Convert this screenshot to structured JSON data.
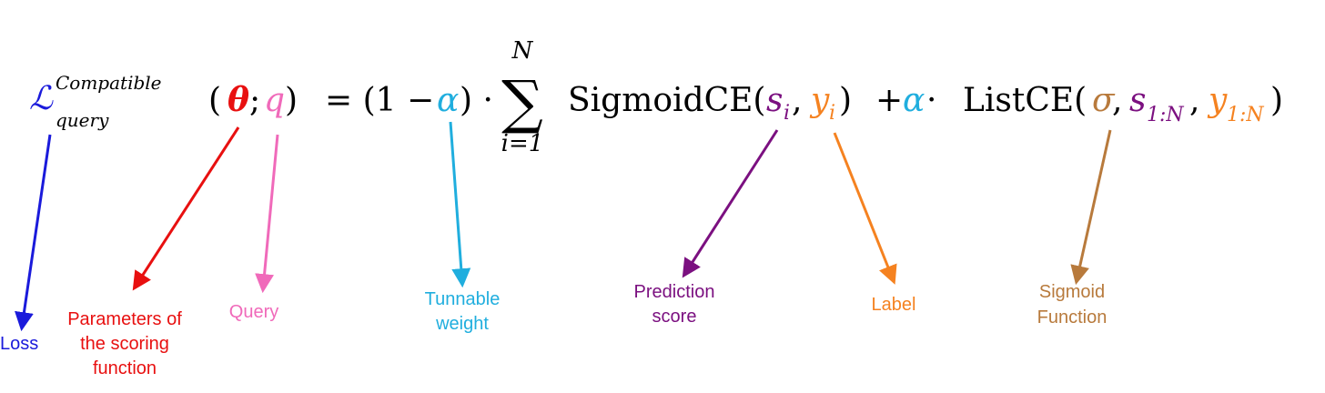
{
  "equation": {
    "loss_symbol": "ℒ",
    "loss_superscript": "Compatible",
    "loss_subscript": "query",
    "open_paren": "(",
    "theta": "θ",
    "semicolon": ";",
    "q": "q",
    "close_paren": ")",
    "equals_one_minus": "= (1 −",
    "alpha1": "α",
    "close_dot": ") ·",
    "sum_symbol": "∑",
    "sum_upper": "N",
    "sum_lower": "i=1",
    "sigmoidce_open": "SigmoidCE(",
    "s_i_base": "s",
    "s_i_sub": "i",
    "comma1": ",",
    "y_i_base": "y",
    "y_i_sub": "i",
    "sigmoidce_close": ")",
    "plus": "+",
    "alpha2": "α",
    "dot2": "·",
    "listce_open": "ListCE(",
    "sigma": "σ",
    "comma2": ",",
    "s_base": "s",
    "s_sub": "1:N",
    "comma3": ",",
    "y_base": "y",
    "y_sub": "1:N",
    "listce_close": ")"
  },
  "annotations": {
    "loss": "Loss",
    "params_line1": "Parameters of",
    "params_line2": "the scoring",
    "params_line3": "function",
    "query": "Query",
    "tunnable_line1": "Tunnable",
    "tunnable_line2": "weight",
    "prediction_line1": "Prediction",
    "prediction_line2": "score",
    "label": "Label",
    "sigmoid_line1": "Sigmoid",
    "sigmoid_line2": "Function"
  },
  "colors": {
    "black": "#000000",
    "loss": "#1a1adb",
    "theta": "#e81010",
    "query": "#f06aba",
    "alpha": "#20aede",
    "score": "#7b1080",
    "label": "#f58220",
    "sigmoid": "#b87a3c"
  }
}
